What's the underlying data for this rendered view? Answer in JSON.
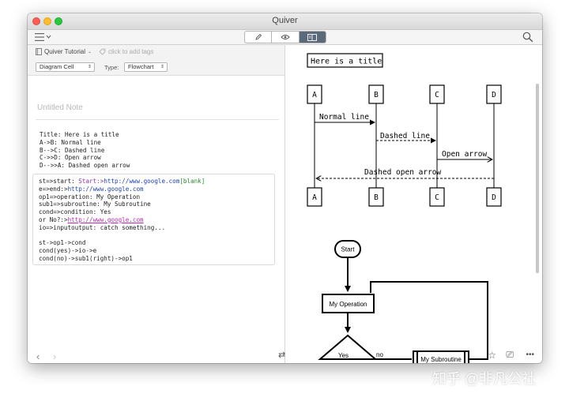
{
  "window": {
    "title": "Quiver"
  },
  "toolbar": {
    "modes": [
      "edit-mode",
      "preview-mode",
      "split-mode"
    ],
    "active_mode": "split-mode"
  },
  "note": {
    "notebook": "Quiver Tutorial",
    "tags_placeholder": "click to add tags",
    "cell_type": "Diagram Cell",
    "type_label": "Type:",
    "diagram_type": "Flowchart",
    "title_placeholder": "Untitled Note"
  },
  "text_cell": {
    "lines": [
      "Title: Here is a title",
      "A->B: Normal line",
      "B-->C: Dashed line",
      "C->>D: Open arrow",
      "D-->>A: Dashed open arrow"
    ]
  },
  "code_cell": {
    "l1a": "st=>start: ",
    "l1b": "Start:>",
    "l1c": "http://www.google.com",
    "l1d": "[blank]",
    "l2a": "e=>end:>",
    "l2b": "http://www.google.com",
    "l3": "op1=>operation: My Operation",
    "l4": "sub1=>subroutine: My Subroutine",
    "l5": "cond=>condition: Yes",
    "l6a": "or No?:>",
    "l6b": "http://www.google.com",
    "l7": "io=>inputoutput: catch something...",
    "l8": "st->op1->cond",
    "l9": "cond(yes)->io->e",
    "l10": "cond(no)->sub1(right)->op1"
  },
  "sequence": {
    "title": "Here is a title",
    "actors": [
      "A",
      "B",
      "C",
      "D"
    ],
    "messages": [
      "Normal line",
      "Dashed line",
      "Open arrow",
      "Dashed open arrow"
    ]
  },
  "flowchart": {
    "start": "Start",
    "operation": "My Operation",
    "yes": "Yes",
    "no": "no",
    "subroutine": "My Subroutine"
  },
  "watermark": "知乎 @非凡公社"
}
